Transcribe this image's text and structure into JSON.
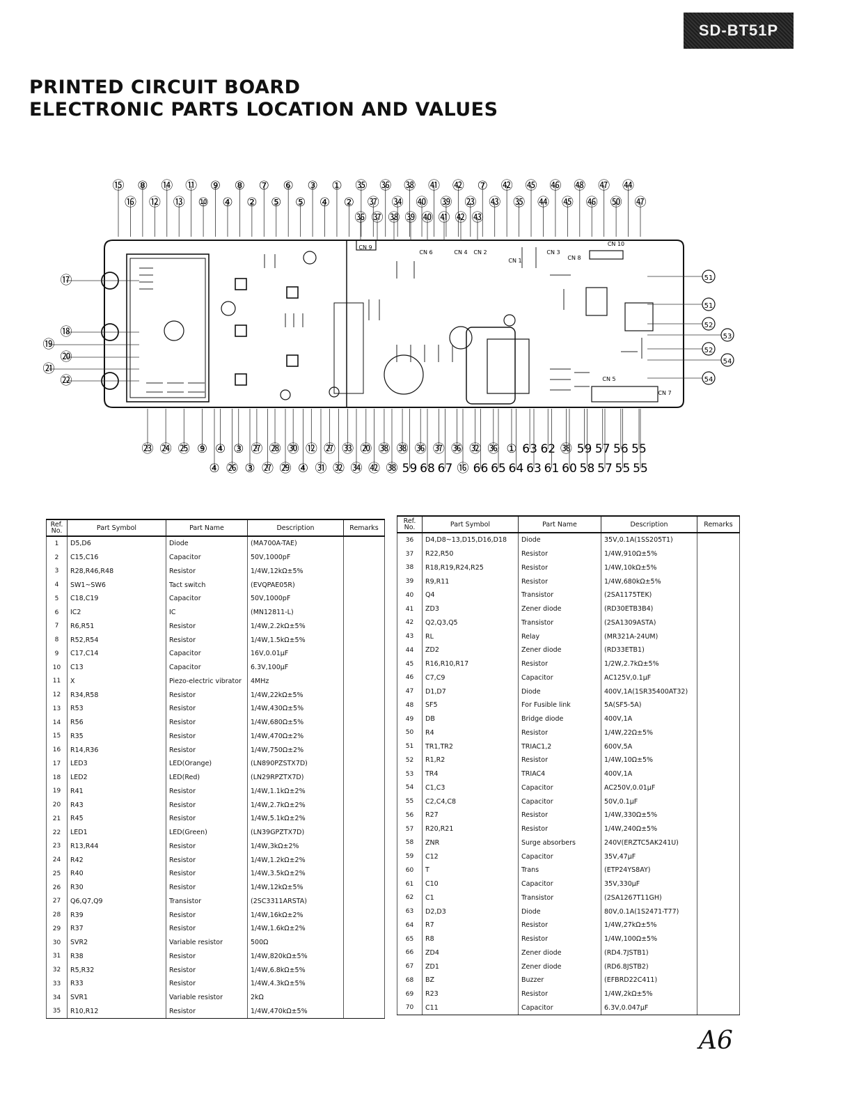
{
  "header": {
    "model": "SD-BT51P",
    "title_line1": "PRINTED CIRCUIT BOARD",
    "title_line2": "ELECTRONIC PARTS LOCATION AND VALUES"
  },
  "diagram": {
    "callouts_top": [
      "⑮",
      "⑯",
      "⑧",
      "⑫",
      "⑭",
      "⑬",
      "⑪",
      "⑩",
      "⑨",
      "④",
      "⑧",
      "②",
      "⑦",
      "⑤",
      "⑥",
      "⑤",
      "③",
      "④",
      "①",
      "②",
      "㉟",
      "㊲",
      "㊱",
      "㉞",
      "㊳",
      "㊵",
      "㊶",
      "㊴",
      "㊷",
      "㉓",
      "⑦",
      "㊸",
      "㊷",
      "㉟",
      "㊺",
      "㊹",
      "㊻",
      "㊺",
      "㊽",
      "㊻",
      "㊼",
      "㊿",
      "㊹",
      "㊼"
    ],
    "callouts_top_row2": [
      "㊱",
      "㊲",
      "㊳",
      "㊴",
      "㊵",
      "㊶",
      "㊷",
      "㊸"
    ],
    "callouts_left": [
      "⑰",
      "⑱",
      "⑲",
      "⑳",
      "㉑",
      "㉒"
    ],
    "callouts_right": [
      "51",
      "51",
      "52",
      "53",
      "52",
      "54",
      "54"
    ],
    "callouts_bottom_row1": [
      "㉓",
      "㉔",
      "㉕",
      "⑨",
      "④",
      "③",
      "㉗",
      "㉘",
      "㉚",
      "⑫",
      "㉗",
      "㉝",
      "⑳",
      "㊳",
      "㊳",
      "㊱",
      "㊲",
      "㊱",
      "㉜",
      "㊱",
      "①",
      "63",
      "62",
      "㊳",
      "59",
      "57",
      "56",
      "55"
    ],
    "callouts_bottom_row2": [
      "④",
      "㉖",
      "③",
      "㉗",
      "㉙",
      "④",
      "㉛",
      "㉜",
      "㉞",
      "㊷",
      "㊳",
      "59",
      "68",
      "67",
      "⑯",
      "66",
      "65",
      "64",
      "63",
      "61",
      "60",
      "58",
      "57",
      "55",
      "55"
    ],
    "connector_labels": [
      "CN 9",
      "CN 6",
      "CN 4",
      "CN 2",
      "CN 1",
      "CN 10",
      "CN 5",
      "CN 7",
      "CN 3",
      "CN 8"
    ]
  },
  "table_headers": {
    "ref": "Ref. No.",
    "symbol": "Part Symbol",
    "name": "Part Name",
    "desc": "Description",
    "remarks": "Remarks"
  },
  "parts_left": [
    {
      "ref": "1",
      "symbol": "D5,D6",
      "name": "Diode",
      "desc": "(MA700A-TAE)"
    },
    {
      "ref": "2",
      "symbol": "C15,C16",
      "name": "Capacitor",
      "desc": "50V,1000pF"
    },
    {
      "ref": "3",
      "symbol": "R28,R46,R48",
      "name": "Resistor",
      "desc": "1/4W,12kΩ±5%"
    },
    {
      "ref": "4",
      "symbol": "SW1~SW6",
      "name": "Tact switch",
      "desc": "(EVQPAE05R)"
    },
    {
      "ref": "5",
      "symbol": "C18,C19",
      "name": "Capacitor",
      "desc": "50V,1000pF"
    },
    {
      "ref": "6",
      "symbol": "IC2",
      "name": "IC",
      "desc": "(MN12811-L)"
    },
    {
      "ref": "7",
      "symbol": "R6,R51",
      "name": "Resistor",
      "desc": "1/4W,2.2kΩ±5%"
    },
    {
      "ref": "8",
      "symbol": "R52,R54",
      "name": "Resistor",
      "desc": "1/4W,1.5kΩ±5%"
    },
    {
      "ref": "9",
      "symbol": "C17,C14",
      "name": "Capacitor",
      "desc": "16V,0.01μF"
    },
    {
      "ref": "10",
      "symbol": "C13",
      "name": "Capacitor",
      "desc": "6.3V,100μF"
    },
    {
      "ref": "11",
      "symbol": "X",
      "name": "Piezo-electric vibrator",
      "desc": "4MHz"
    },
    {
      "ref": "12",
      "symbol": "R34,R58",
      "name": "Resistor",
      "desc": "1/4W,22kΩ±5%"
    },
    {
      "ref": "13",
      "symbol": "R53",
      "name": "Resistor",
      "desc": "1/4W,430Ω±5%"
    },
    {
      "ref": "14",
      "symbol": "R56",
      "name": "Resistor",
      "desc": "1/4W,680Ω±5%"
    },
    {
      "ref": "15",
      "symbol": "R35",
      "name": "Resistor",
      "desc": "1/4W,470Ω±2%"
    },
    {
      "ref": "16",
      "symbol": "R14,R36",
      "name": "Resistor",
      "desc": "1/4W,750Ω±2%"
    },
    {
      "ref": "17",
      "symbol": "LED3",
      "name": "LED(Orange)",
      "desc": "(LN890PZSTX7D)"
    },
    {
      "ref": "18",
      "symbol": "LED2",
      "name": "LED(Red)",
      "desc": "(LN29RPZTX7D)"
    },
    {
      "ref": "19",
      "symbol": "R41",
      "name": "Resistor",
      "desc": "1/4W,1.1kΩ±2%"
    },
    {
      "ref": "20",
      "symbol": "R43",
      "name": "Resistor",
      "desc": "1/4W,2.7kΩ±2%"
    },
    {
      "ref": "21",
      "symbol": "R45",
      "name": "Resistor",
      "desc": "1/4W,5.1kΩ±2%"
    },
    {
      "ref": "22",
      "symbol": "LED1",
      "name": "LED(Green)",
      "desc": "(LN39GPZTX7D)"
    },
    {
      "ref": "23",
      "symbol": "R13,R44",
      "name": "Resistor",
      "desc": "1/4W,3kΩ±2%"
    },
    {
      "ref": "24",
      "symbol": "R42",
      "name": "Resistor",
      "desc": "1/4W,1.2kΩ±2%"
    },
    {
      "ref": "25",
      "symbol": "R40",
      "name": "Resistor",
      "desc": "1/4W,3.5kΩ±2%"
    },
    {
      "ref": "26",
      "symbol": "R30",
      "name": "Resistor",
      "desc": "1/4W,12kΩ±5%"
    },
    {
      "ref": "27",
      "symbol": "Q6,Q7,Q9",
      "name": "Transistor",
      "desc": "(2SC3311ARSTA)"
    },
    {
      "ref": "28",
      "symbol": "R39",
      "name": "Resistor",
      "desc": "1/4W,16kΩ±2%"
    },
    {
      "ref": "29",
      "symbol": "R37",
      "name": "Resistor",
      "desc": "1/4W,1.6kΩ±2%"
    },
    {
      "ref": "30",
      "symbol": "SVR2",
      "name": "Variable resistor",
      "desc": "500Ω"
    },
    {
      "ref": "31",
      "symbol": "R38",
      "name": "Resistor",
      "desc": "1/4W,820kΩ±5%"
    },
    {
      "ref": "32",
      "symbol": "R5,R32",
      "name": "Resistor",
      "desc": "1/4W,6.8kΩ±5%"
    },
    {
      "ref": "33",
      "symbol": "R33",
      "name": "Resistor",
      "desc": "1/4W,4.3kΩ±5%"
    },
    {
      "ref": "34",
      "symbol": "SVR1",
      "name": "Variable resistor",
      "desc": "2kΩ"
    },
    {
      "ref": "35",
      "symbol": "R10,R12",
      "name": "Resistor",
      "desc": "1/4W,470kΩ±5%"
    }
  ],
  "parts_right": [
    {
      "ref": "36",
      "symbol": "D4,D8~13,D15,D16,D18",
      "name": "Diode",
      "desc": "35V,0.1A(1SS205T1)"
    },
    {
      "ref": "37",
      "symbol": "R22,R50",
      "name": "Resistor",
      "desc": "1/4W,910Ω±5%"
    },
    {
      "ref": "38",
      "symbol": "R18,R19,R24,R25",
      "name": "Resistor",
      "desc": "1/4W,10kΩ±5%"
    },
    {
      "ref": "39",
      "symbol": "R9,R11",
      "name": "Resistor",
      "desc": "1/4W,680kΩ±5%"
    },
    {
      "ref": "40",
      "symbol": "Q4",
      "name": "Transistor",
      "desc": "(2SA1175TEK)"
    },
    {
      "ref": "41",
      "symbol": "ZD3",
      "name": "Zener diode",
      "desc": "(RD30ETB3B4)"
    },
    {
      "ref": "42",
      "symbol": "Q2,Q3,Q5",
      "name": "Transistor",
      "desc": "(2SA1309ASTA)"
    },
    {
      "ref": "43",
      "symbol": "RL",
      "name": "Relay",
      "desc": "(MR321A-24UM)"
    },
    {
      "ref": "44",
      "symbol": "ZD2",
      "name": "Zener diode",
      "desc": "(RD33ETB1)"
    },
    {
      "ref": "45",
      "symbol": "R16,R10,R17",
      "name": "Resistor",
      "desc": "1/2W,2.7kΩ±5%"
    },
    {
      "ref": "46",
      "symbol": "C7,C9",
      "name": "Capacitor",
      "desc": "AC125V,0.1μF"
    },
    {
      "ref": "47",
      "symbol": "D1,D7",
      "name": "Diode",
      "desc": "400V,1A(1SR35400AT32)"
    },
    {
      "ref": "48",
      "symbol": "SF5",
      "name": "For Fusible link",
      "desc": "5A(SF5-5A)"
    },
    {
      "ref": "49",
      "symbol": "DB",
      "name": "Bridge diode",
      "desc": "400V,1A"
    },
    {
      "ref": "50",
      "symbol": "R4",
      "name": "Resistor",
      "desc": "1/4W,22Ω±5%"
    },
    {
      "ref": "51",
      "symbol": "TR1,TR2",
      "name": "TRIAC1,2",
      "desc": "600V,5A"
    },
    {
      "ref": "52",
      "symbol": "R1,R2",
      "name": "Resistor",
      "desc": "1/4W,10Ω±5%"
    },
    {
      "ref": "53",
      "symbol": "TR4",
      "name": "TRIAC4",
      "desc": "400V,1A"
    },
    {
      "ref": "54",
      "symbol": "C1,C3",
      "name": "Capacitor",
      "desc": "AC250V,0.01μF"
    },
    {
      "ref": "55",
      "symbol": "C2,C4,C8",
      "name": "Capacitor",
      "desc": "50V,0.1μF"
    },
    {
      "ref": "56",
      "symbol": "R27",
      "name": "Resistor",
      "desc": "1/4W,330Ω±5%"
    },
    {
      "ref": "57",
      "symbol": "R20,R21",
      "name": "Resistor",
      "desc": "1/4W,240Ω±5%"
    },
    {
      "ref": "58",
      "symbol": "ZNR",
      "name": "Surge absorbers",
      "desc": "240V(ERZTC5AK241U)"
    },
    {
      "ref": "59",
      "symbol": "C12",
      "name": "Capacitor",
      "desc": "35V,47μF"
    },
    {
      "ref": "60",
      "symbol": "T",
      "name": "Trans",
      "desc": "(ETP24YS8AY)"
    },
    {
      "ref": "61",
      "symbol": "C10",
      "name": "Capacitor",
      "desc": "35V,330μF"
    },
    {
      "ref": "62",
      "symbol": "C1",
      "name": "Transistor",
      "desc": "(2SA1267T11GH)"
    },
    {
      "ref": "63",
      "symbol": "D2,D3",
      "name": "Diode",
      "desc": "80V,0.1A(1S2471-T77)"
    },
    {
      "ref": "64",
      "symbol": "R7",
      "name": "Resistor",
      "desc": "1/4W,27kΩ±5%"
    },
    {
      "ref": "65",
      "symbol": "R8",
      "name": "Resistor",
      "desc": "1/4W,100Ω±5%"
    },
    {
      "ref": "66",
      "symbol": "ZD4",
      "name": "Zener diode",
      "desc": "(RD4.7JSTB1)"
    },
    {
      "ref": "67",
      "symbol": "ZD1",
      "name": "Zener diode",
      "desc": "(RD6.8JSTB2)"
    },
    {
      "ref": "68",
      "symbol": "BZ",
      "name": "Buzzer",
      "desc": "(EFBRD22C411)"
    },
    {
      "ref": "69",
      "symbol": "R23",
      "name": "Resistor",
      "desc": "1/4W,2kΩ±5%"
    },
    {
      "ref": "70",
      "symbol": "C11",
      "name": "Capacitor",
      "desc": "6.3V,0.047μF"
    }
  ],
  "page_mark": "A6"
}
